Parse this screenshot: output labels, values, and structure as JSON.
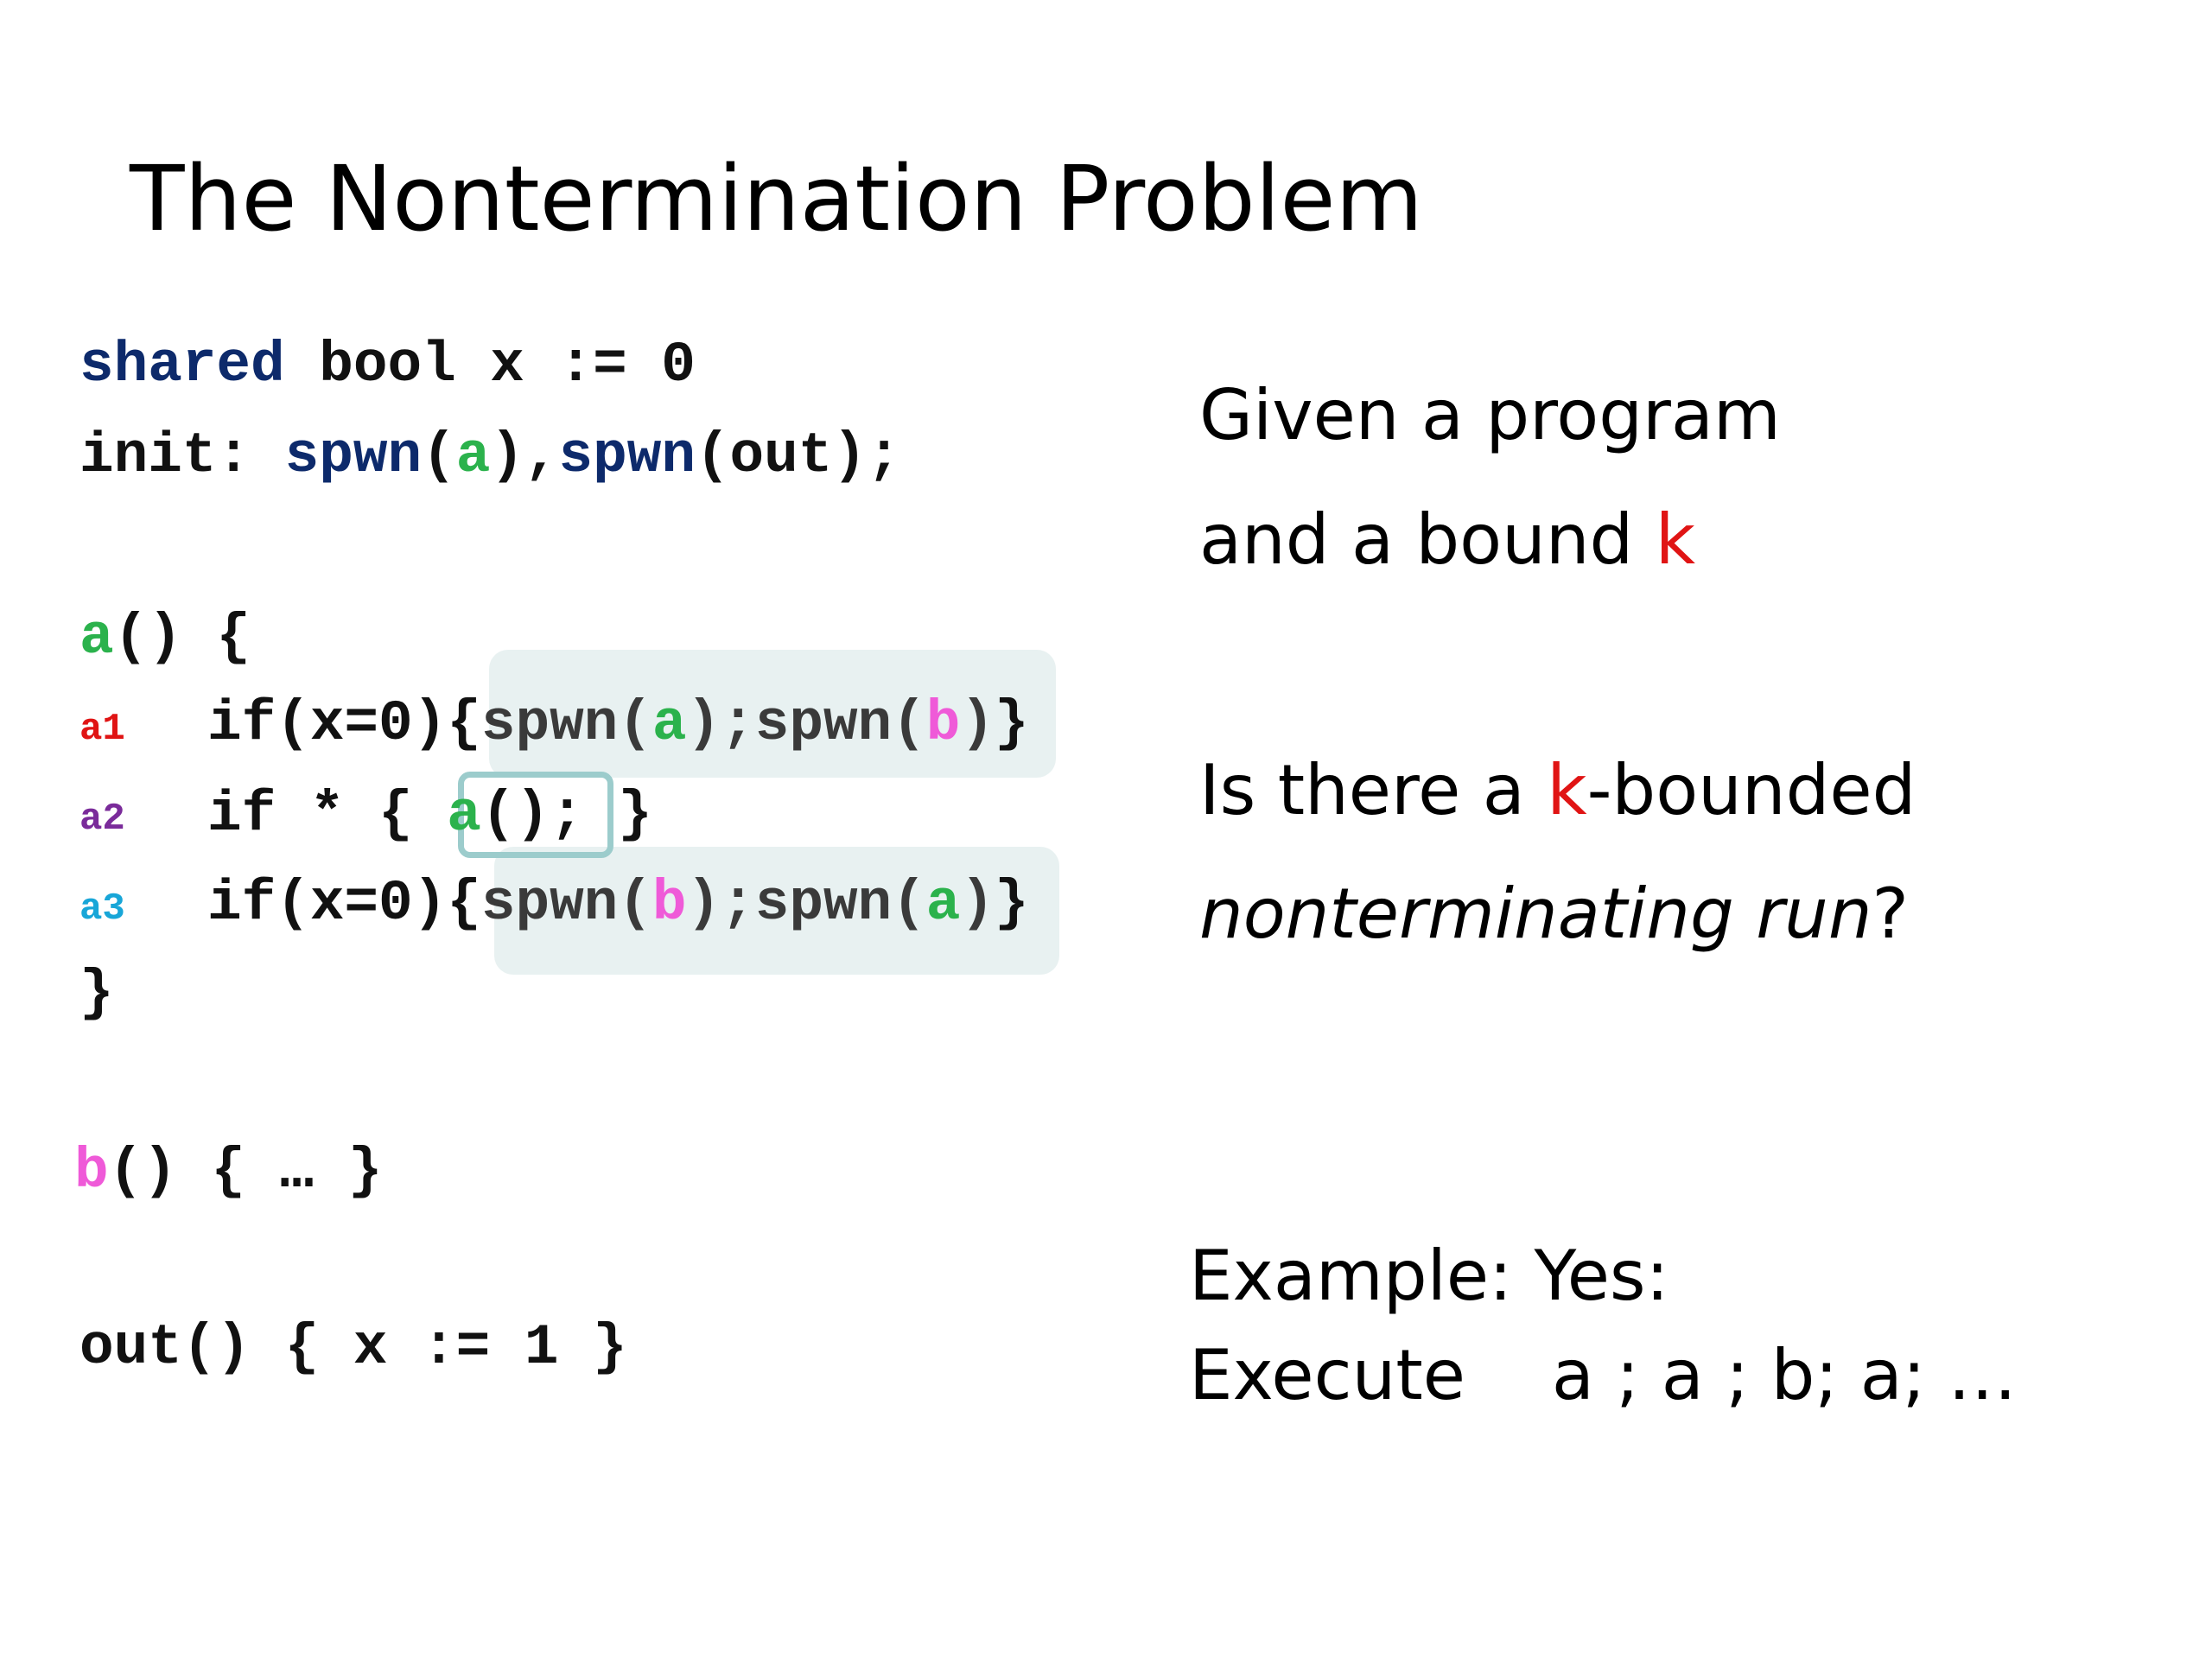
{
  "title": "The Nontermination Problem",
  "code": {
    "line1": {
      "kw": "shared",
      "rest": " bool x := 0"
    },
    "line2": {
      "init": "init: ",
      "spwn1": "spwn",
      "open1": "(",
      "arg1": "a",
      "close1": ")",
      "comma": ",",
      "spwn2": "spwn",
      "arg2": "(out);"
    },
    "a_def": {
      "name": "a",
      "rest": "() {"
    },
    "a1": {
      "label": "a1",
      "head": "if(x=0){",
      "sp1": "spwn(",
      "arg1": "a",
      "mid": ");spwn(",
      "arg2": "b",
      "tail": ")",
      "brace": "}"
    },
    "a2": {
      "label": "a2",
      "head": "if * { ",
      "call": "a",
      "call_rest": "();",
      "tail": " }"
    },
    "a3": {
      "label": "a3",
      "head": "if(x=0){",
      "sp1": "spwn(",
      "arg1": "b",
      "mid": ");spwn(",
      "arg2": "a",
      "tail": ")",
      "brace": "}"
    },
    "a_close": "}",
    "b_def": {
      "name": "b",
      "rest": "() { … }"
    },
    "out_def": "out() { x := 1 }"
  },
  "question": {
    "line1": "Given a program",
    "line2_prefix": "and a bound ",
    "line2_k": "k",
    "line3_prefix": "Is there a ",
    "line3_k": "k",
    "line3_suffix": "-bounded",
    "line4_italic": "nonterminating run",
    "line4_suffix": "?"
  },
  "example": {
    "line1": "Example: Yes:",
    "line2_label": "Execute",
    "line2_seq": "a ; a ; b; a; …"
  },
  "colors": {
    "keyword": "#0d2a6b",
    "proc_a": "#2bb24c",
    "proc_b": "#ef5ad8",
    "bound_k": "#e01414",
    "label_a1": "#e01414",
    "label_a2": "#7a2b9a",
    "label_a3": "#18a6d8",
    "highlight": "#e6efef",
    "box": "#9ccccc"
  }
}
